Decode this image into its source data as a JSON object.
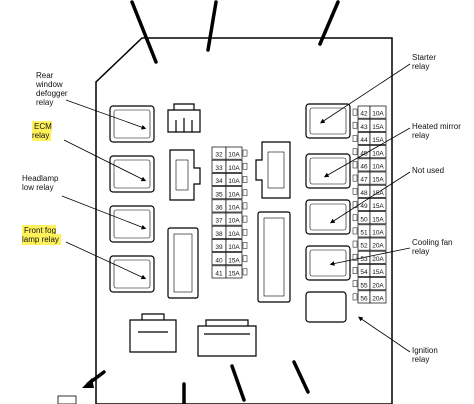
{
  "labels": {
    "rear_window_defogger": "Rear window defogger relay",
    "ecm": "ECM relay",
    "headlamp_low": "Headlamp low relay",
    "front_fog": "Front fog lamp relay",
    "starter": "Starter relay",
    "heated_mirror": "Heated mirror relay",
    "not_used": "Not used",
    "cooling_fan": "Cooling fan relay",
    "ignition": "Ignition relay"
  },
  "highlight_color": "#fff15a",
  "fuses_left": [
    {
      "num": "32",
      "amp": "10A"
    },
    {
      "num": "33",
      "amp": "10A"
    },
    {
      "num": "34",
      "amp": "10A"
    },
    {
      "num": "35",
      "amp": "10A"
    },
    {
      "num": "36",
      "amp": "10A"
    },
    {
      "num": "37",
      "amp": "10A"
    },
    {
      "num": "38",
      "amp": "10A"
    },
    {
      "num": "39",
      "amp": "10A"
    },
    {
      "num": "40",
      "amp": "15A"
    },
    {
      "num": "41",
      "amp": "15A"
    }
  ],
  "fuses_right": [
    {
      "num": "42",
      "amp": "10A"
    },
    {
      "num": "43",
      "amp": "15A"
    },
    {
      "num": "44",
      "amp": "15A"
    },
    {
      "num": "45",
      "amp": "10A"
    },
    {
      "num": "46",
      "amp": "10A"
    },
    {
      "num": "47",
      "amp": "15A"
    },
    {
      "num": "48",
      "amp": "15A"
    },
    {
      "num": "49",
      "amp": "15A"
    },
    {
      "num": "50",
      "amp": "15A"
    },
    {
      "num": "51",
      "amp": "10A"
    },
    {
      "num": "52",
      "amp": "20A"
    },
    {
      "num": "53",
      "amp": "20A"
    },
    {
      "num": "54",
      "amp": "15A"
    },
    {
      "num": "55",
      "amp": "20A"
    },
    {
      "num": "56",
      "amp": "20A"
    }
  ]
}
